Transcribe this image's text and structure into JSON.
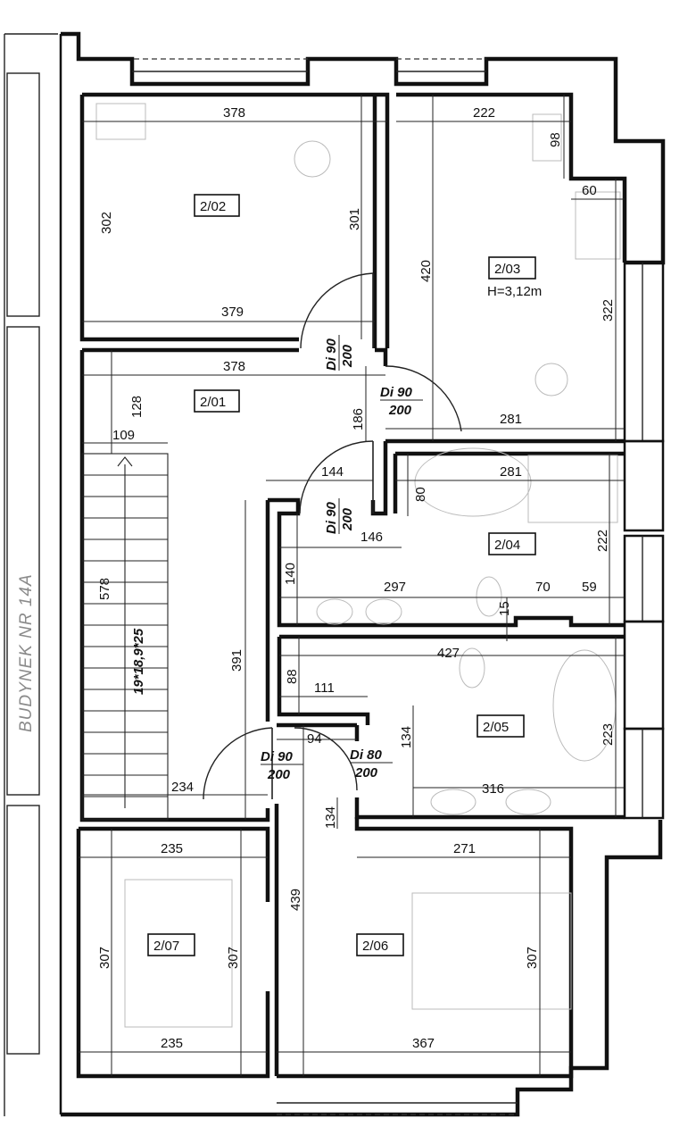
{
  "side_label": "BUDYNEK NR 14A",
  "rooms": {
    "r202": "2/02",
    "r203": "2/03",
    "r201": "2/01",
    "r204": "2/04",
    "r205": "2/05",
    "r207": "2/07",
    "r206": "2/06"
  },
  "height_note": "H=3,12m",
  "stair_label": "19*18,9*25",
  "doors": {
    "d1": {
      "type": "Di 90",
      "height": "200"
    },
    "d2": {
      "type": "Di 90",
      "height": "200"
    },
    "d3": {
      "type": "Di 90",
      "height": "200"
    },
    "d4": {
      "type": "Di 90",
      "height": "200"
    },
    "d5": {
      "type": "Di 80",
      "height": "200"
    }
  },
  "dims": {
    "d378a": "378",
    "d222": "222",
    "d98": "98",
    "d302": "302",
    "d301": "301",
    "d60": "60",
    "d420": "420",
    "d322": "322",
    "d379": "379",
    "d378b": "378",
    "d128": "128",
    "d109": "109",
    "d186": "186",
    "d281a": "281",
    "d281b": "281",
    "d144": "144",
    "d80": "80",
    "d146": "146",
    "d222b": "222",
    "d140": "140",
    "d297": "297",
    "d70": "70",
    "d59": "59",
    "d15": "15",
    "d578": "578",
    "d427": "427",
    "d391": "391",
    "d88": "88",
    "d111": "111",
    "d134a": "134",
    "d223": "223",
    "d94": "94",
    "d234": "234",
    "d316": "316",
    "d134b": "134",
    "d235a": "235",
    "d271": "271",
    "d439": "439",
    "d307a": "307",
    "d307b": "307",
    "d307c": "307",
    "d235b": "235",
    "d367": "367"
  }
}
